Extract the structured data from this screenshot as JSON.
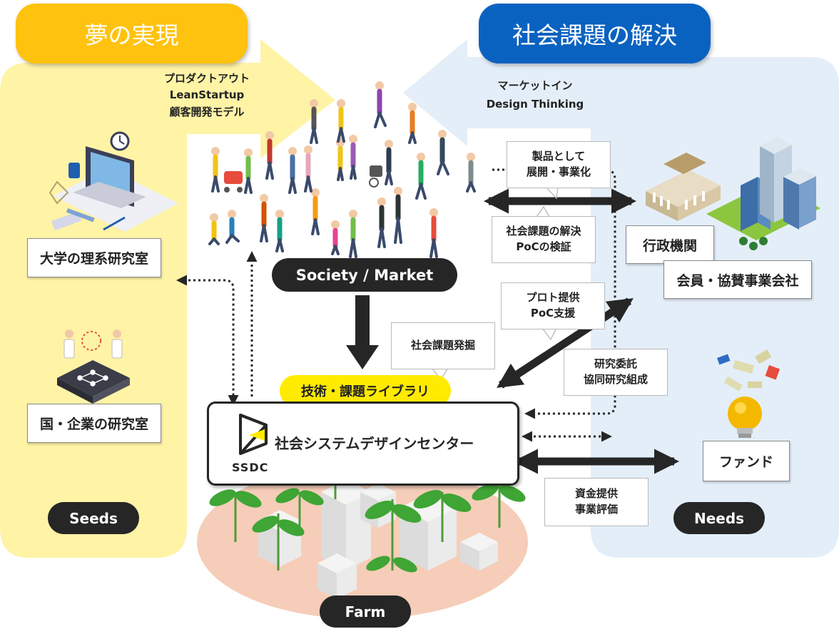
{
  "headers": {
    "left_title": "夢の実現",
    "right_title": "社会課題の解決",
    "left_color": "#FFC20E",
    "right_color": "#0A62C0"
  },
  "left_method": {
    "line1": "プロダクトアウト",
    "line2": "LeanStartup",
    "line3": "顧客開発モデル"
  },
  "right_method": {
    "line1": "マーケットイン",
    "line2": "Design Thinking"
  },
  "seeds": {
    "univ_lab": "大学の理系研究室",
    "corp_lab": "国・企業の研究室",
    "label": "Seeds"
  },
  "needs": {
    "gov": "行政機関",
    "members": "会員・協賛事業会社",
    "fund": "ファンド",
    "label": "Needs"
  },
  "center": {
    "society": "Society / Market",
    "library": "技術・課題ライブラリ",
    "ssdc_logo": "SSDC",
    "ssdc_name": "社会システムデザインセンター",
    "farm": "Farm"
  },
  "callouts": {
    "product": {
      "line1": "製品として",
      "line2": "展開・事業化"
    },
    "solve": {
      "line1": "社会課題の解決",
      "line2": "PoCの検証"
    },
    "proto": {
      "line1": "プロト提供",
      "line2": "PoC支援"
    },
    "discover": {
      "line1": "社会課題発掘"
    },
    "research": {
      "line1": "研究委託",
      "line2": "協同研究組成"
    },
    "funding": {
      "line1": "資金提供",
      "line2": "事業評価"
    }
  },
  "colors": {
    "seeds_area": "#FFF3A6",
    "needs_area": "#E4EEF8",
    "library_pill": "#FFEB00",
    "dark": "#262626",
    "farm_soil": "#F6CDB8",
    "plant": "#3FA535"
  }
}
